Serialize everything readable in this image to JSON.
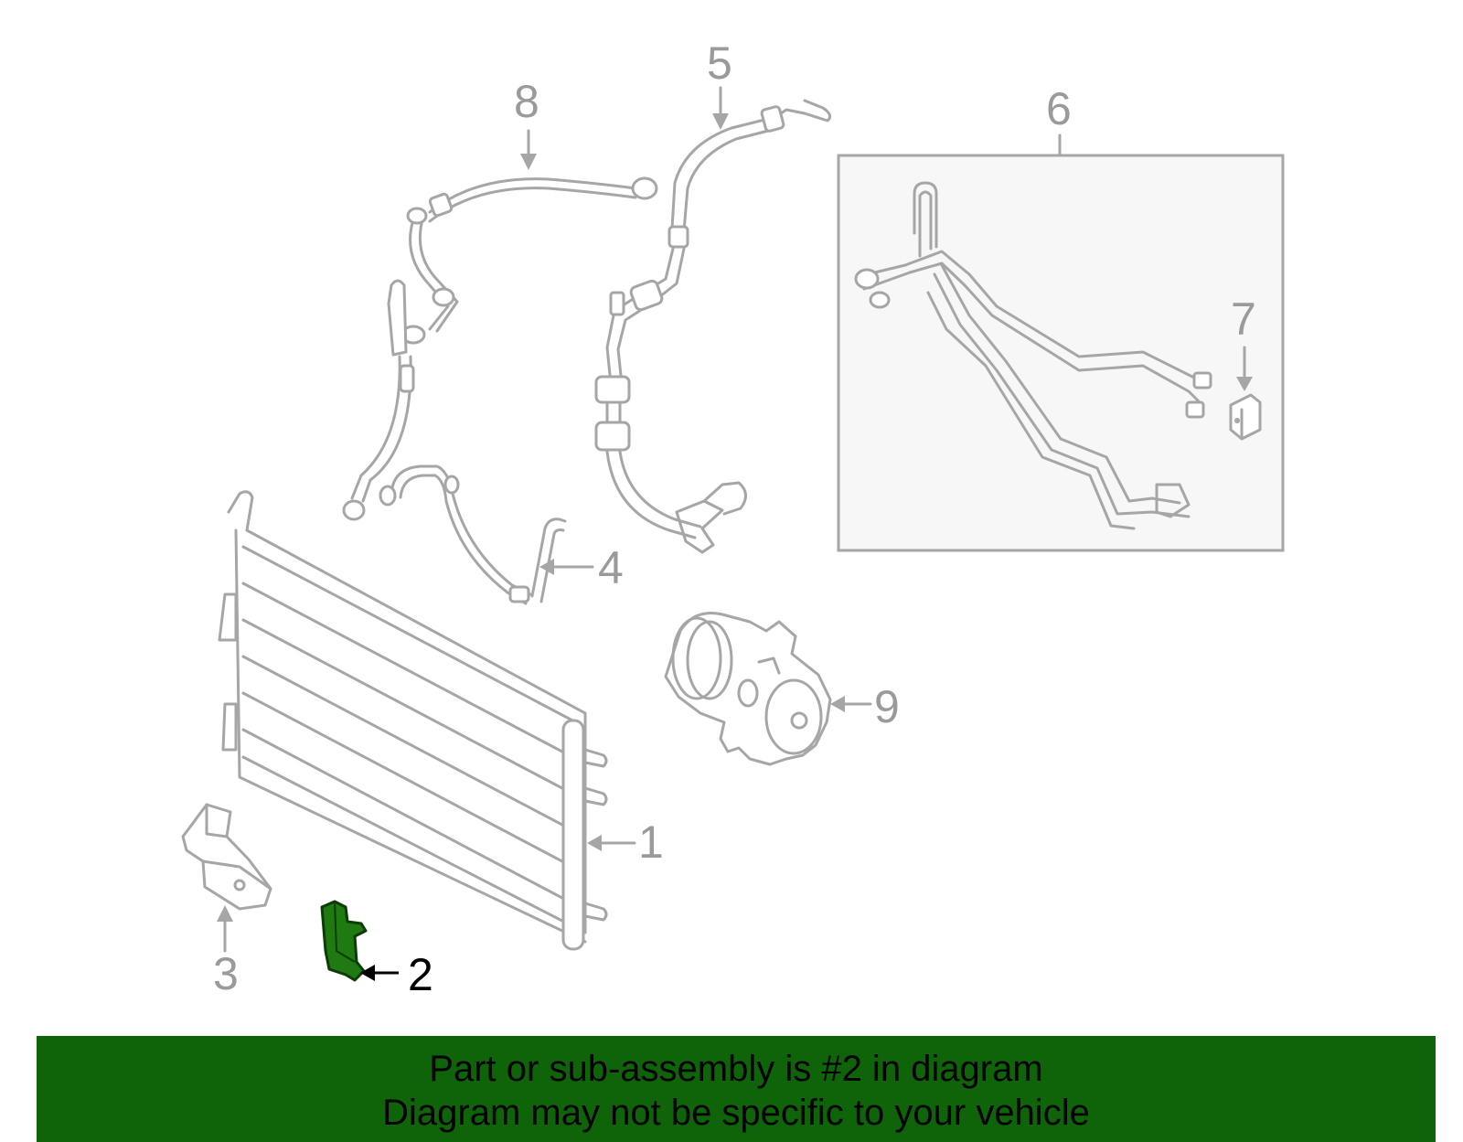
{
  "callouts": [
    {
      "id": "1",
      "label": "1",
      "part": "condenser"
    },
    {
      "id": "2",
      "label": "2",
      "part": "bracket",
      "highlighted": true
    },
    {
      "id": "3",
      "label": "3",
      "part": "bracket"
    },
    {
      "id": "4",
      "label": "4",
      "part": "hose"
    },
    {
      "id": "5",
      "label": "5",
      "part": "hose"
    },
    {
      "id": "6",
      "label": "6",
      "part": "tube assembly"
    },
    {
      "id": "7",
      "label": "7",
      "part": "seal"
    },
    {
      "id": "8",
      "label": "8",
      "part": "hose"
    },
    {
      "id": "9",
      "label": "9",
      "part": "compressor"
    }
  ],
  "banner": {
    "line1": "Part or sub-assembly is #2 in diagram",
    "line2": "Diagram may not be specific to your vehicle"
  },
  "colors": {
    "line": "#a6a6a6",
    "label": "#9a9a9a",
    "highlight": "#1f7a12",
    "banner": "#0f6409"
  }
}
